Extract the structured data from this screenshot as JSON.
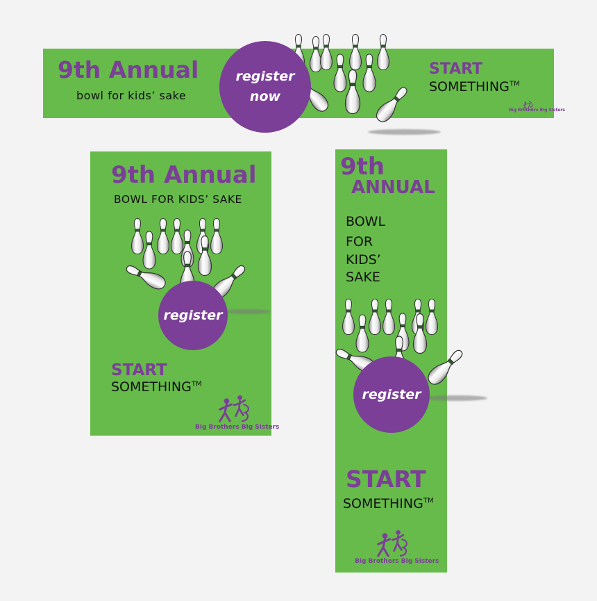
{
  "leaderboard": {
    "title": "9th Annual",
    "subtitle": "bowl for kids’ sake",
    "cta_line1": "register",
    "cta_line2": "now",
    "slogan_line1": "START",
    "slogan_line2": "SOMETHING",
    "trademark": "TM",
    "org": "Big Brothers Big Sisters"
  },
  "rectangle": {
    "title": "9th Annual",
    "subtitle": "BOWL FOR KIDS’ SAKE",
    "cta": "register",
    "slogan_line1": "START",
    "slogan_line2": "SOMETHING",
    "trademark": "TM",
    "org": "Big Brothers Big Sisters"
  },
  "skyscraper": {
    "title_line1": "9th",
    "title_line2": "ANNUAL",
    "body_line1": "BOWL",
    "body_line2": "FOR",
    "body_line3": "KIDS’",
    "body_line4": "SAKE",
    "cta": "register",
    "slogan_line1": "START",
    "slogan_line2": "SOMETHING",
    "trademark": "TM",
    "org": "Big Brothers Big Sisters"
  },
  "colors": {
    "banner_green": "#66bb4a",
    "brand_purple": "#7b3f97",
    "page_background": "#f3f3f3"
  },
  "icons": [
    "bowling-pins-icon",
    "bbbs-logo-icon"
  ]
}
